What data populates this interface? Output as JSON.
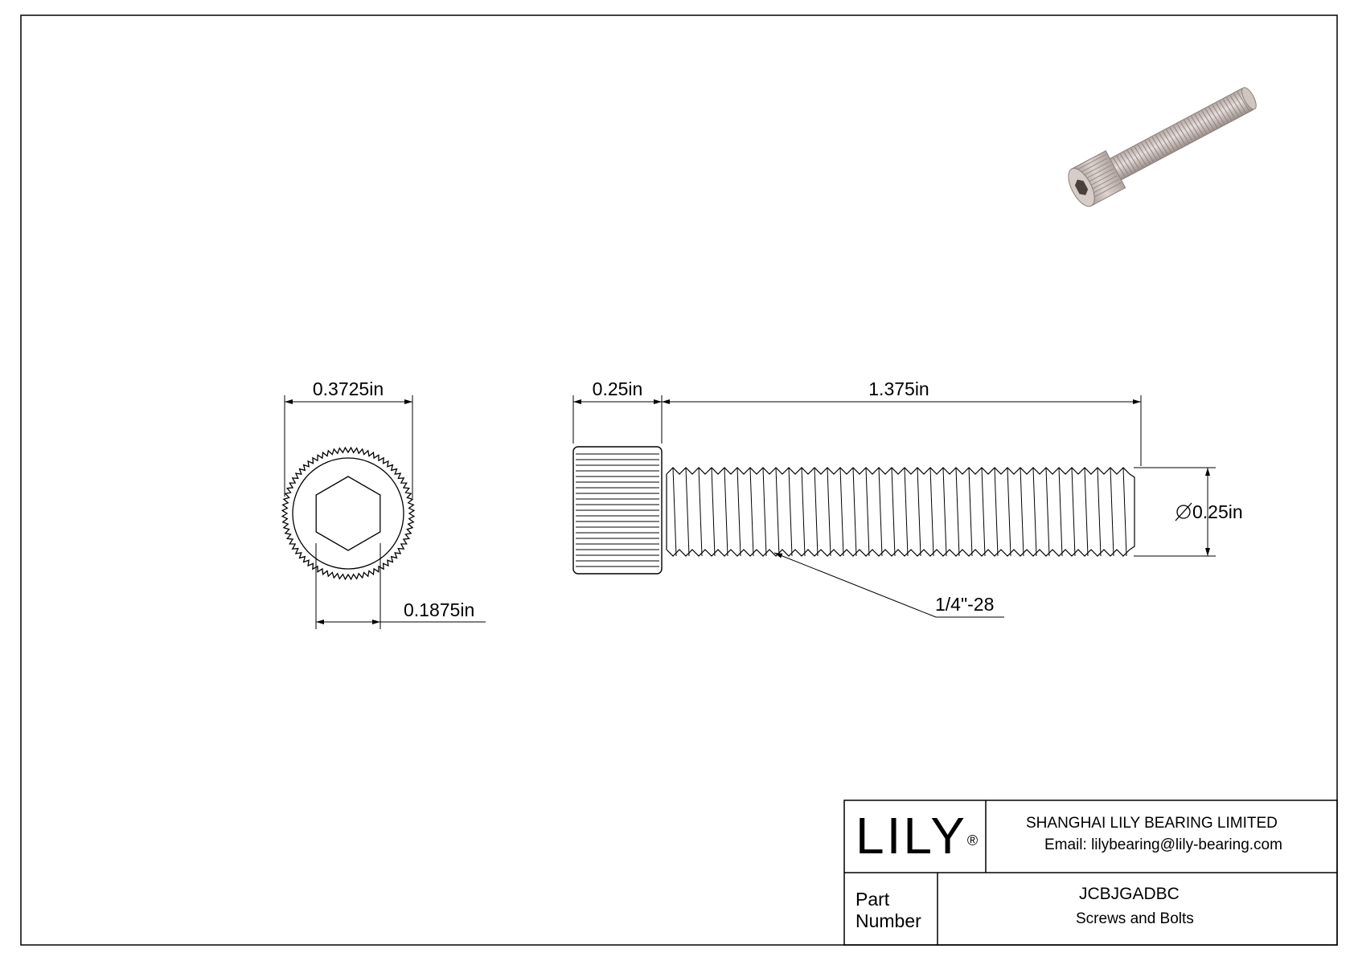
{
  "drawing": {
    "end_view": {
      "outer_diameter": "0.3725in",
      "hex_socket": "0.1875in"
    },
    "side_view": {
      "head_height": "0.25in",
      "length": "1.375in",
      "thread_diameter": "0.25in",
      "thread_spec": "1/4\"-28"
    }
  },
  "title_block": {
    "logo": "LILY",
    "registered_mark": "®",
    "company": "SHANGHAI LILY BEARING LIMITED",
    "email": "Email: lilybearing@lily-bearing.com",
    "part_label_line1": "Part",
    "part_label_line2": "Number",
    "part_number": "JCBJGADBC",
    "category": "Screws and Bolts"
  },
  "colors": {
    "line": "#000000",
    "render_body": "#d9cfcb",
    "render_shade": "#a89c98"
  }
}
